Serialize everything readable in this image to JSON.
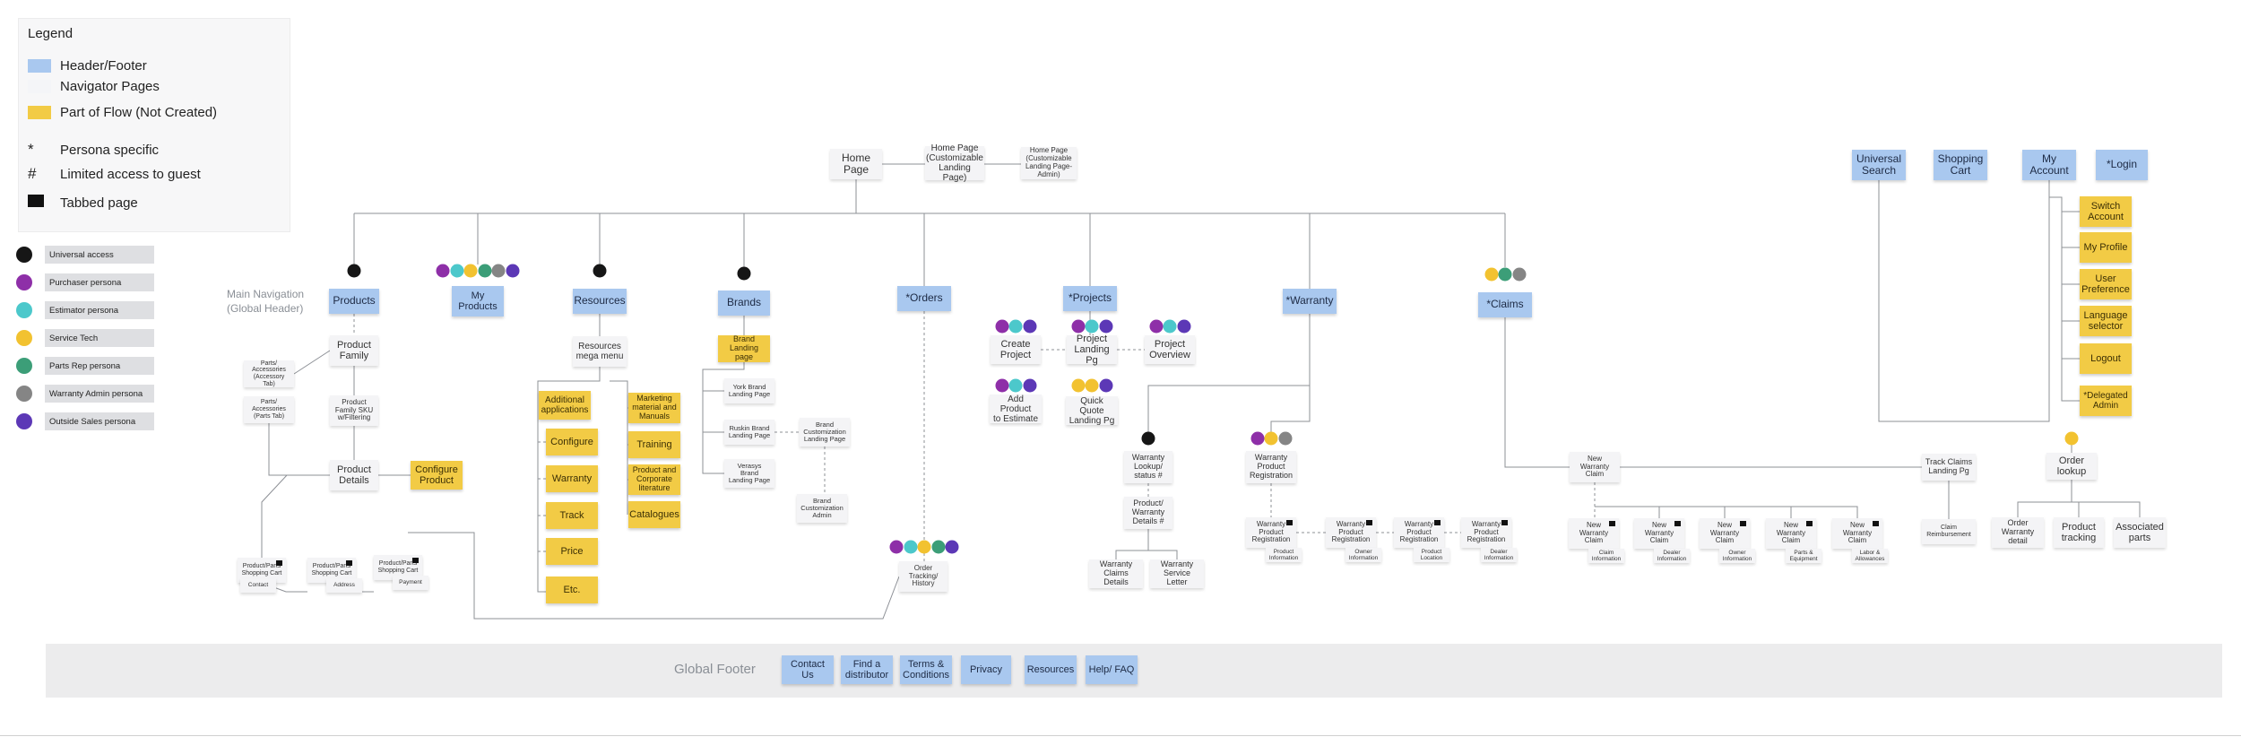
{
  "legend": {
    "title": "Legend",
    "items": [
      {
        "kind": "swatch",
        "color": "#a9c8ef",
        "label": "Header/Footer"
      },
      {
        "kind": "swatch",
        "color": "#f4f5f8",
        "label": "Navigator Pages"
      },
      {
        "kind": "swatch",
        "color": "#f2cb45",
        "label": "Part of Flow (Not Created)"
      },
      {
        "kind": "symbol",
        "symbol": "*",
        "label": "Persona specific"
      },
      {
        "kind": "symbol",
        "symbol": "#",
        "label": "Limited access to guest"
      },
      {
        "kind": "tab",
        "label": "Tabbed page"
      }
    ]
  },
  "personas": [
    {
      "color": "#161616",
      "label": "Universal access"
    },
    {
      "color": "#8e2fa8",
      "label": "Purchaser persona"
    },
    {
      "color": "#4cc8cb",
      "label": "Estimator persona"
    },
    {
      "color": "#f2c230",
      "label": "Service Tech"
    },
    {
      "color": "#3c9e78",
      "label": "Parts Rep persona"
    },
    {
      "color": "#858585",
      "label": "Warranty Admin persona"
    },
    {
      "color": "#5c38b6",
      "label": "Outside Sales persona"
    }
  ],
  "nav_label": "Main Navigation\n(Global Header)",
  "footer": {
    "label": "Global Footer",
    "links": [
      "Contact\nUs",
      "Find a\ndistributor",
      "Terms &\nConditions",
      "Privacy",
      "Resources",
      "Help/ FAQ"
    ]
  },
  "nodes": {
    "home": "Home\nPage",
    "home_custom": "Home Page\n(Customizable\nLanding Page)",
    "home_admin": "Home Page\n(Customizable\nLanding Page-\nAdmin)",
    "universal_search": "Universal\nSearch",
    "shopping_cart": "Shopping\nCart",
    "my_account": "My\nAccount",
    "login": "*Login",
    "switch_account": "Switch\nAccount",
    "my_profile": "My Profile",
    "user_preference": "User\nPreference",
    "language_selector": "Language\nselector",
    "logout": "Logout",
    "delegated_admin": "*Delegated\nAdmin",
    "products": "Products",
    "my_products": "My\nProducts",
    "resources": "Resources",
    "brands": "Brands",
    "orders": "*Orders",
    "projects": "*Projects",
    "warranty": "*Warranty",
    "claims": "*Claims",
    "product_family": "Product\nFamily",
    "parts_acc_tab": "Parts/\nAccessories\n(Accessory Tab)",
    "parts_acc_parts": "Parts/\nAccessories\n(Parts Tab)",
    "product_family_sku": "Product\nFamily SKU\nw/Filtering",
    "product_details": "Product\nDetails",
    "configure_product": "Configure\nProduct",
    "cart_contact": "Product/Parts\nShopping Cart",
    "cart_contact_tab": "Contact",
    "cart_address": "Product/Parts\nShopping Cart",
    "cart_address_tab": "Address",
    "cart_payment": "Product/Parts\nShopping Cart",
    "cart_payment_tab": "Payment",
    "resources_mega": "Resources\nmega menu",
    "additional_apps": "Additional\napplications",
    "configure": "Configure",
    "warranty_res": "Warranty",
    "track": "Track",
    "price": "Price",
    "etc": "Etc.",
    "marketing": "Marketing\nmaterial and\nManuals",
    "training": "Training",
    "product_literature": "Product and\nCorporate\nliterature",
    "catalogues": "Catalogues",
    "brand_landing": "Brand\nLanding page",
    "york_brand": "York Brand\nLanding Page",
    "ruskin_brand": "Ruskin Brand\nLanding Page",
    "verasys_brand": "Verasys\nBrand\nLanding Page",
    "brand_custom": "Brand\nCustomization\nLanding Page",
    "brand_custom_admin": "Brand\nCustomization\nAdmin",
    "order_tracking": "Order\nTracking/\nHistory",
    "create_project": "Create\nProject",
    "project_landing": "Project\nLanding Pg",
    "project_overview": "Project\nOverview",
    "add_product_estimate": "Add Product\nto Estimate",
    "quick_quote": "Quick Quote\nLanding Pg",
    "warranty_lookup": "Warranty\nLookup/\nstatus #",
    "product_warranty_details": "Product/\nWarranty\nDetails #",
    "warranty_claims_details": "Warranty\nClaims Details",
    "warranty_service_letter": "Warranty\nService Letter",
    "warranty_product_reg": "Warranty\nProduct\nRegistration",
    "wpr1": "Warranty\nProduct\nRegistration",
    "wpr1_tab": "Product\nInformation",
    "wpr2": "Warranty\nProduct\nRegistration",
    "wpr2_tab": "Owner\nInformation",
    "wpr3": "Warranty\nProduct\nRegistration",
    "wpr3_tab": "Product\nLocation",
    "wpr4": "Warranty\nProduct\nRegistration",
    "wpr4_tab": "Dealer\nInformation",
    "new_warranty_claim": "New\nWarranty\nClaim",
    "nwc1": "New\nWarranty\nClaim",
    "nwc1_tab": "Claim\nInformation",
    "nwc2": "New\nWarranty\nClaim",
    "nwc2_tab": "Dealer\nInformation",
    "nwc3": "New\nWarranty\nClaim",
    "nwc3_tab": "Owner\nInformation",
    "nwc4": "New\nWarranty\nClaim",
    "nwc4_tab": "Parts &\nEquipment",
    "nwc5": "New\nWarranty\nClaim",
    "nwc5_tab": "Labor &\nAllowances",
    "track_claims": "Track Claims\nLanding Pg",
    "claim_reimbursement": "Claim\nReimbursement",
    "order_lookup": "Order\nlookup",
    "order_warranty_detail": "Order\nWarranty\ndetail",
    "product_tracking": "Product\ntracking",
    "associated_parts": "Associated\nparts"
  }
}
